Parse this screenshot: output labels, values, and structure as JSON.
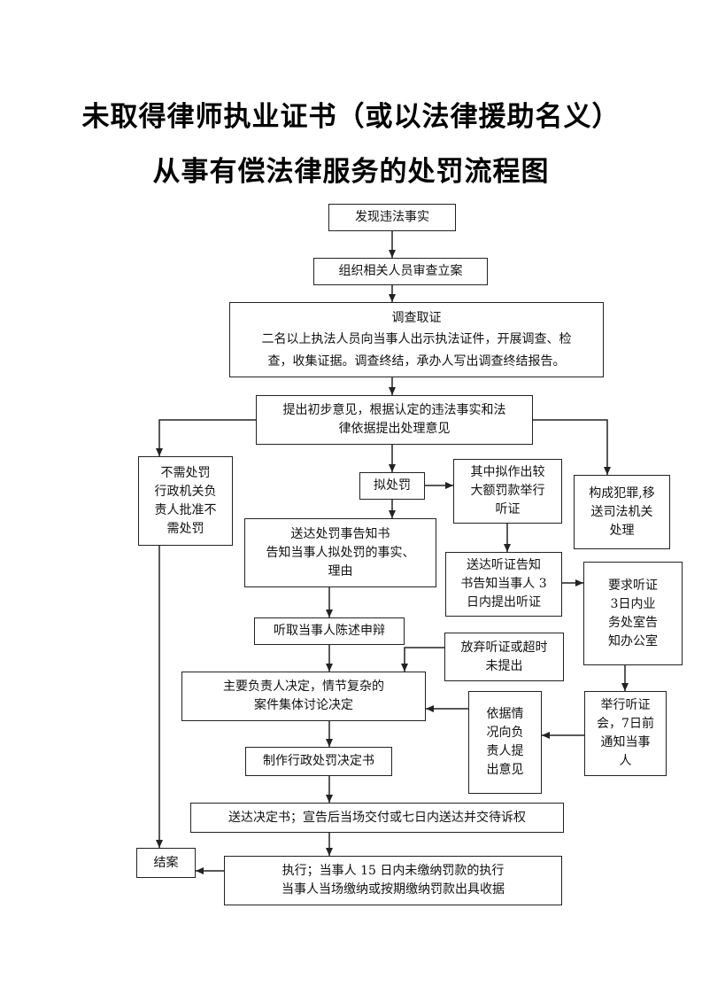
{
  "title": {
    "line1": "未取得律师执业证书（或以法律援助名义）",
    "line2": "从事有偿法律服务的处罚流程图"
  },
  "flow": {
    "discover": "发现违法事实",
    "organize": "组织相关人员审查立案",
    "investigate": "调查取证\n二名以上执法人员向当事人出示执法证件，开展调查、检\n查，收集证据。调查终结，承办人写出调查终结报告。",
    "preliminary": "提出初步意见，根据认定的违法事实和法\n律依据提出处理意见",
    "no_penalty": "不需处罚\n行政机关负\n责人批准不\n需处罚",
    "proposed_penalty": "拟处罚",
    "large_fine": "其中拟作出较\n大额罚款举行\n听证",
    "crime": "构成犯罪,移\n送司法机关\n处理",
    "notice": "送达处罚事告知书\n告知当事人拟处罚的事实、\n理由",
    "hearing_notice": "送达听证告知\n书告知当事人 3\n日内提出听证",
    "hearing_request": "要求听证\n3日内业\n务处室告\n知办公室",
    "listen": "听取当事人陈述申辩",
    "waive": "放弃听证或超时\n未提出",
    "decide": "主要负责人决定，情节复杂的\n案件集体讨论决定",
    "opinion": "依据情\n况向负\n责人提\n出意见",
    "hold_hearing": "举行听证\n会，7日前\n通知当事\n人",
    "decision_doc": "制作行政处罚决定书",
    "serve": "送达决定书；宣告后当场交付或七日内送达并交待诉权",
    "close": "结案",
    "execute": "执行；当事人 15 日内未缴纳罚款的执行\n当事人当场缴纳或按期缴纳罚款出具收据"
  }
}
